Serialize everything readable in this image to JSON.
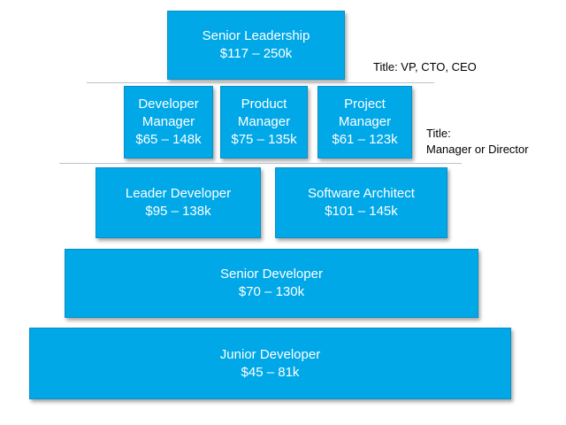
{
  "diagram": {
    "levels": {
      "senior_leadership": {
        "label": "Senior Leadership",
        "salary": "$117 – 250k"
      },
      "developer_manager": {
        "label_line1": "Developer",
        "label_line2": "Manager",
        "salary": "$65 – 148k"
      },
      "product_manager": {
        "label_line1": "Product",
        "label_line2": "Manager",
        "salary": "$75 – 135k"
      },
      "project_manager": {
        "label_line1": "Project",
        "label_line2": "Manager",
        "salary": "$61 – 123k"
      },
      "leader_developer": {
        "label": "Leader Developer",
        "salary": "$95 – 138k"
      },
      "software_architect": {
        "label": "Software Architect",
        "salary": "$101 – 145k"
      },
      "senior_developer": {
        "label": "Senior Developer",
        "salary": "$70 – 130k"
      },
      "junior_developer": {
        "label": "Junior Developer",
        "salary": "$45 – 81k"
      }
    },
    "titles": {
      "executive": "Title: VP, CTO, CEO",
      "manager_line1": "Title:",
      "manager_line2": "Manager or Director"
    },
    "colors": {
      "box_fill": "#00a8e8",
      "box_text": "#ffffff",
      "divider": "#b8c4cc"
    }
  }
}
